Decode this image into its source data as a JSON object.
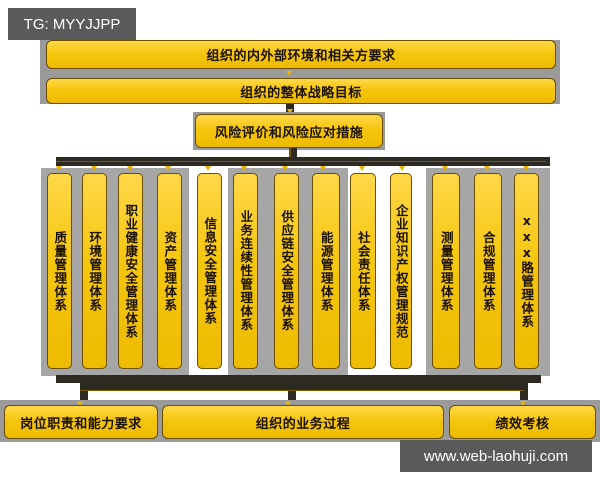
{
  "watermark_top": "TG: MYYJJPP",
  "watermark_bottom": "www.web-laohuji.com",
  "top_boxes": [
    {
      "label": "组织的内外部环境和相关方要求"
    },
    {
      "label": "组织的整体战略目标"
    }
  ],
  "risk_box": {
    "label": "风险评价和风险应对措施"
  },
  "systems": [
    {
      "label": "质量管理体系"
    },
    {
      "label": "环境管理体系"
    },
    {
      "label": "职业健康安全管理体系"
    },
    {
      "label": "资产管理体系"
    },
    {
      "label": "信息安全管理体系"
    },
    {
      "label": "业务连续性管理体系"
    },
    {
      "label": "供应链安全管理体系"
    },
    {
      "label": "能源管理体系"
    },
    {
      "label": "社会责任体系"
    },
    {
      "label": "企业知识产权管理规范"
    },
    {
      "label": "测量管理体系"
    },
    {
      "label": "合规管理体系"
    },
    {
      "label": "xxx賂管理体系"
    }
  ],
  "bottom_boxes": [
    {
      "label": "岗位职责和能力要求"
    },
    {
      "label": "组织的业务过程"
    },
    {
      "label": "绩效考核"
    }
  ],
  "colors": {
    "box_fill": "#f5c60e",
    "box_border": "#6b4e00",
    "connector": "#2d2a22",
    "watermark_bg": "#5a5a5a"
  }
}
